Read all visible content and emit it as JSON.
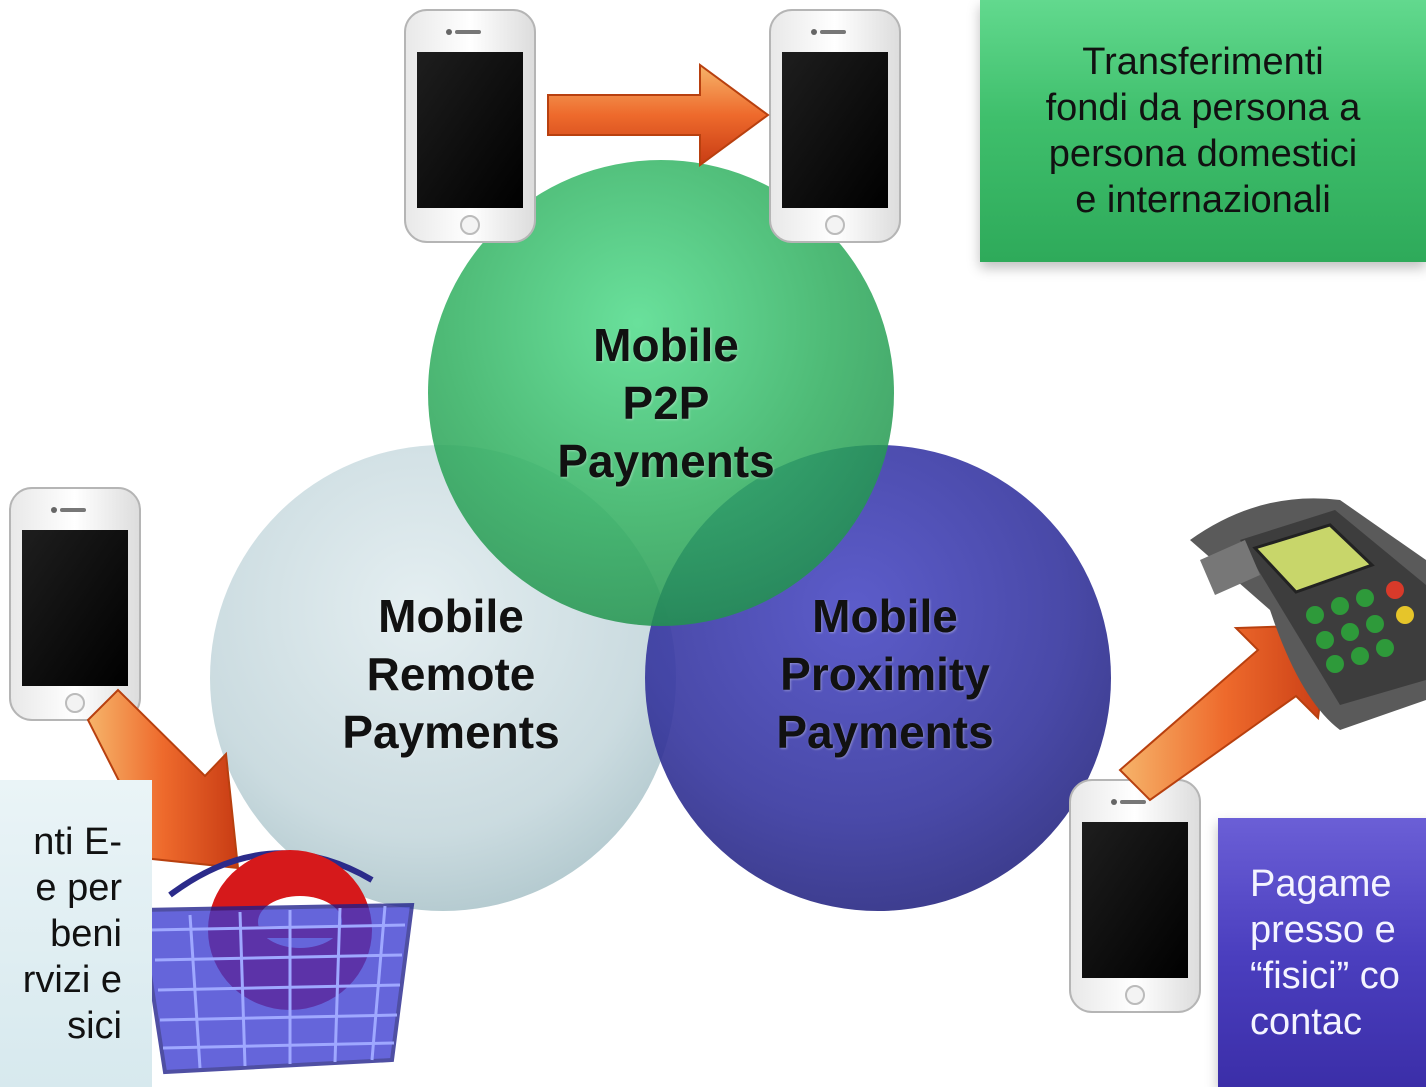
{
  "circles": [
    {
      "id": "p2p",
      "lines": [
        "Mobile",
        "P2P",
        "Payments"
      ],
      "color": "#2fae5e"
    },
    {
      "id": "remote",
      "lines": [
        "Mobile",
        "Remote",
        "Payments"
      ],
      "color": "#c9dadf"
    },
    {
      "id": "proximity",
      "lines": [
        "Mobile",
        "Proximity",
        "Payments"
      ],
      "color": "#3a3aa0"
    }
  ],
  "boxes": {
    "green": "Transferimenti\nfondi da persona a\npersona domestici\ne internazionali",
    "blue": "Pagame\npresso e\n“fisici” co\ncontac",
    "light": "nti E-\ne per\nbeni\nrvizi e\nsici"
  },
  "icons": [
    "smartphone-icon",
    "arrow-icon",
    "smartphone-icon",
    "smartphone-icon",
    "arrow-icon",
    "shopping-basket-icon",
    "smartphone-icon",
    "arrow-icon",
    "pos-terminal-icon"
  ]
}
